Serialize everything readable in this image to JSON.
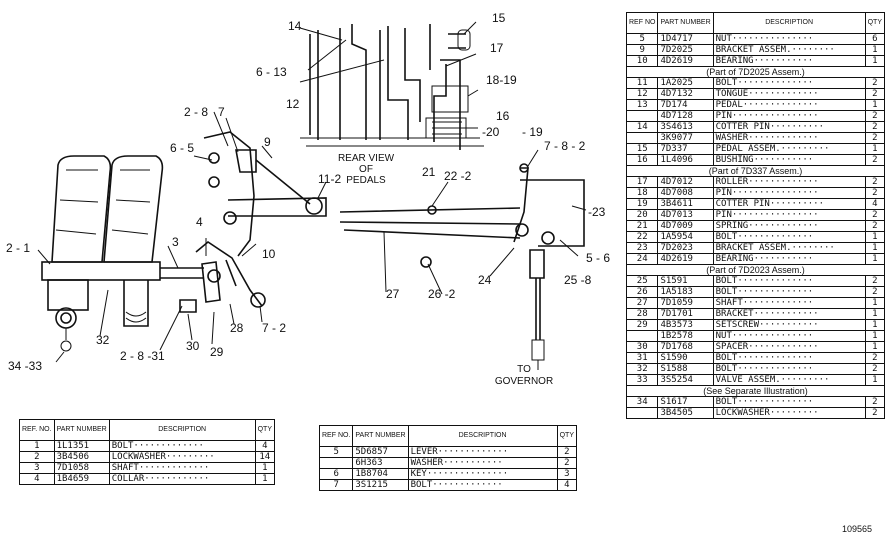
{
  "drawing": {
    "number": "109565",
    "captions": {
      "rear_view_line1": "REAR VIEW",
      "rear_view_line2": "OF",
      "rear_view_line3": "PEDALS",
      "governor_line1": "TO",
      "governor_line2": "GOVERNOR"
    },
    "callouts": [
      "14",
      "15",
      "17",
      "18-19",
      "16",
      "-20",
      "12",
      "21",
      "6 - 13",
      "2 - 8",
      "7",
      "9",
      "6 - 5",
      "11-2",
      "22 -2",
      "7 - 8 - 2",
      "- 19",
      "-23",
      "10",
      "4",
      "2 - 1",
      "3",
      "5 - 6",
      "24",
      "25 -8",
      "27",
      "26 -2",
      "28",
      "7 - 2",
      "32",
      "30",
      "29",
      "2 - 8 -31",
      "34 -33"
    ]
  },
  "table_left": {
    "headers": [
      "REF. NO.",
      "PART NUMBER",
      "DESCRIPTION",
      "QTY"
    ],
    "rows": [
      {
        "ref": "1",
        "part": "1L1351",
        "desc": "BOLT·············",
        "qty": "4"
      },
      {
        "ref": "2",
        "part": "3B4506",
        "desc": "LOCKWASHER·········",
        "qty": "14"
      },
      {
        "ref": "3",
        "part": "7D1058",
        "desc": "SHAFT·············",
        "qty": "1"
      },
      {
        "ref": "4",
        "part": "1B4659",
        "desc": "COLLAR············",
        "qty": "1"
      }
    ]
  },
  "table_middle": {
    "headers": [
      "REF NO.",
      "PART NUMBER",
      "DESCRIPTION",
      "QTY"
    ],
    "rows": [
      {
        "ref": "5",
        "part": "5D6857",
        "desc": "LEVER·············",
        "qty": "2"
      },
      {
        "ref": "",
        "part": "6H363",
        "desc": "WASHER···········",
        "qty": "2"
      },
      {
        "ref": "6",
        "part": "1B8704",
        "desc": "KEY···············",
        "qty": "3"
      },
      {
        "ref": "7",
        "part": "3S1215",
        "desc": "BOLT·············",
        "qty": "4"
      }
    ]
  },
  "table_right": {
    "headers": [
      "REF NO",
      "PART NUMBER",
      "DESCRIPTION",
      "QTY"
    ],
    "rows": [
      {
        "ref": "5",
        "part": "1D4717",
        "desc": "NUT···············",
        "qty": "6"
      },
      {
        "ref": "9",
        "part": "7D2025",
        "desc": "BRACKET ASSEM.········",
        "qty": "1"
      },
      {
        "ref": "10",
        "part": "4D2619",
        "desc": "BEARING···········",
        "qty": "1"
      },
      {
        "note": "(Part of 7D2025 Assem.)"
      },
      {
        "ref": "11",
        "part": "1A2025",
        "desc": "BOLT··············",
        "qty": "2"
      },
      {
        "ref": "12",
        "part": "4D7132",
        "desc": "TONGUE·············",
        "qty": "2"
      },
      {
        "ref": "13",
        "part": "7D174",
        "desc": "PEDAL··············",
        "qty": "1"
      },
      {
        "ref": "",
        "part": "4D7128",
        "desc": "PIN················",
        "qty": "2"
      },
      {
        "ref": "14",
        "part": "3S4613",
        "desc": "COTTER PIN··········",
        "qty": "2"
      },
      {
        "ref": "",
        "part": "3K9077",
        "desc": "WASHER·············",
        "qty": "2"
      },
      {
        "ref": "15",
        "part": "7D337",
        "desc": "PEDAL ASSEM.·········",
        "qty": "1"
      },
      {
        "ref": "16",
        "part": "1L4096",
        "desc": "BUSHING···········",
        "qty": "2"
      },
      {
        "note": "(Part of 7D337 Assem.)"
      },
      {
        "ref": "17",
        "part": "4D7012",
        "desc": "ROLLER·············",
        "qty": "2"
      },
      {
        "ref": "18",
        "part": "4D7008",
        "desc": "PIN················",
        "qty": "2"
      },
      {
        "ref": "19",
        "part": "3B4611",
        "desc": "COTTER PIN··········",
        "qty": "4"
      },
      {
        "ref": "20",
        "part": "4D7013",
        "desc": "PIN················",
        "qty": "2"
      },
      {
        "ref": "21",
        "part": "4D7009",
        "desc": "SPRING·············",
        "qty": "2"
      },
      {
        "ref": "22",
        "part": "1A5954",
        "desc": "BOLT··············",
        "qty": "1"
      },
      {
        "ref": "23",
        "part": "7D2023",
        "desc": "BRACKET ASSEM.········",
        "qty": "1"
      },
      {
        "ref": "24",
        "part": "4D2619",
        "desc": "BEARING···········",
        "qty": "1"
      },
      {
        "note": "(Part of 7D2023 Assem.)"
      },
      {
        "ref": "25",
        "part": "S1591",
        "desc": "BOLT··············",
        "qty": "2"
      },
      {
        "ref": "26",
        "part": "1A5183",
        "desc": "BOLT··············",
        "qty": "2"
      },
      {
        "ref": "27",
        "part": "7D1059",
        "desc": "SHAFT·············",
        "qty": "1"
      },
      {
        "ref": "28",
        "part": "7D1701",
        "desc": "BRACKET············",
        "qty": "1"
      },
      {
        "ref": "29",
        "part": "4B3573",
        "desc": "SETSCREW···········",
        "qty": "1"
      },
      {
        "ref": "",
        "part": "1B2578",
        "desc": "NUT···············",
        "qty": "1"
      },
      {
        "ref": "30",
        "part": "7D1768",
        "desc": "SPACER·············",
        "qty": "1"
      },
      {
        "ref": "31",
        "part": "S1590",
        "desc": "BOLT··············",
        "qty": "2"
      },
      {
        "ref": "32",
        "part": "S1588",
        "desc": "BOLT··············",
        "qty": "2"
      },
      {
        "ref": "33",
        "part": "3S5254",
        "desc": "VALVE ASSEM.·········",
        "qty": "1"
      },
      {
        "note": "(See Separate Illustration)"
      },
      {
        "ref": "34",
        "part": "S1617",
        "desc": "BOLT··············",
        "qty": "2"
      },
      {
        "ref": "",
        "part": "3B4505",
        "desc": "LOCKWASHER·········",
        "qty": "2"
      }
    ]
  }
}
